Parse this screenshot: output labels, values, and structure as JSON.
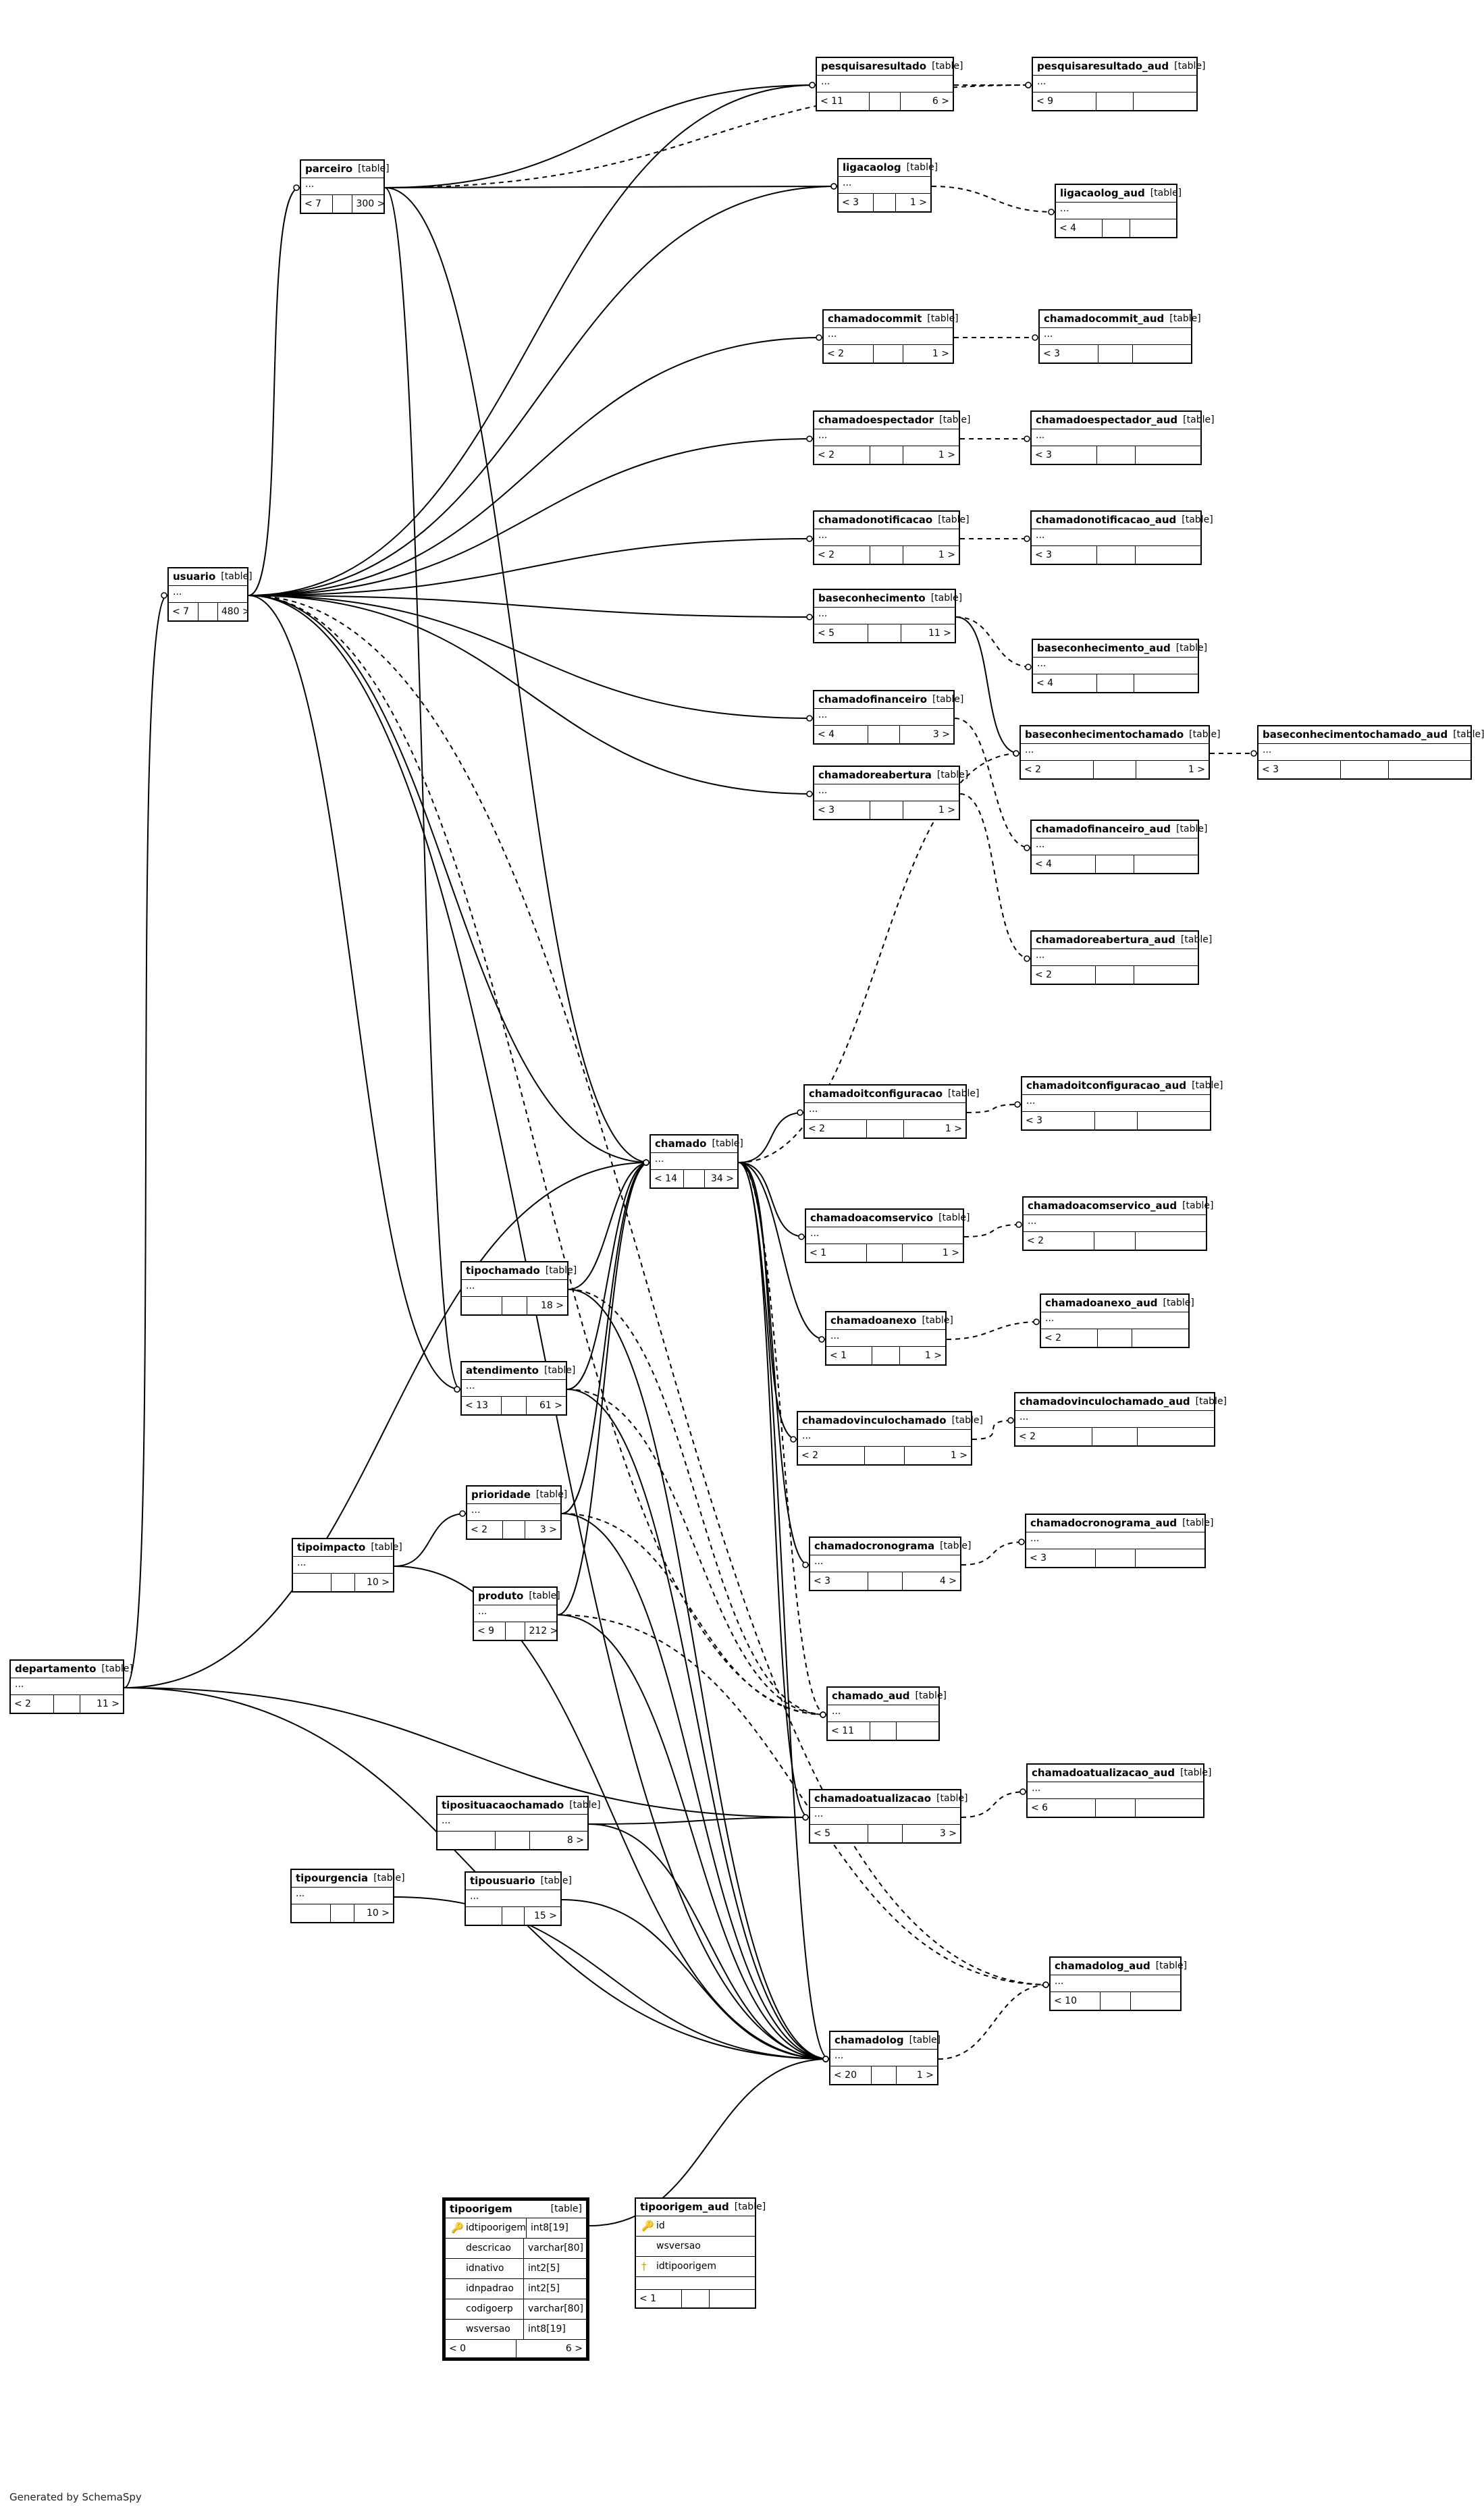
{
  "footer": "Generated by SchemaSpy",
  "tables": [
    {
      "id": "pesquisaresultado",
      "name": "pesquisaresultado",
      "type": "[table]",
      "left": "< 11",
      "right": "6 >"
    },
    {
      "id": "pesquisaresultado_aud",
      "name": "pesquisaresultado_aud",
      "type": "[table]",
      "left": "< 9",
      "right": ""
    },
    {
      "id": "ligacaolog",
      "name": "ligacaolog",
      "type": "[table]",
      "left": "< 3",
      "right": "1 >"
    },
    {
      "id": "ligacaolog_aud",
      "name": "ligacaolog_aud",
      "type": "[table]",
      "left": "< 4",
      "right": ""
    },
    {
      "id": "parceiro",
      "name": "parceiro",
      "type": "[table]",
      "left": "< 7",
      "right": "300 >"
    },
    {
      "id": "chamadocommit",
      "name": "chamadocommit",
      "type": "[table]",
      "left": "< 2",
      "right": "1 >"
    },
    {
      "id": "chamadocommit_aud",
      "name": "chamadocommit_aud",
      "type": "[table]",
      "left": "< 3",
      "right": ""
    },
    {
      "id": "chamadoespectador",
      "name": "chamadoespectador",
      "type": "[table]",
      "left": "< 2",
      "right": "1 >"
    },
    {
      "id": "chamadoespectador_aud",
      "name": "chamadoespectador_aud",
      "type": "[table]",
      "left": "< 3",
      "right": ""
    },
    {
      "id": "chamadonotificacao",
      "name": "chamadonotificacao",
      "type": "[table]",
      "left": "< 2",
      "right": "1 >"
    },
    {
      "id": "chamadonotificacao_aud",
      "name": "chamadonotificacao_aud",
      "type": "[table]",
      "left": "< 3",
      "right": ""
    },
    {
      "id": "usuario",
      "name": "usuario",
      "type": "[table]",
      "left": "< 7",
      "right": "480 >"
    },
    {
      "id": "baseconhecimento",
      "name": "baseconhecimento",
      "type": "[table]",
      "left": "< 5",
      "right": "11 >"
    },
    {
      "id": "baseconhecimento_aud",
      "name": "baseconhecimento_aud",
      "type": "[table]",
      "left": "< 4",
      "right": ""
    },
    {
      "id": "chamadofinanceiro",
      "name": "chamadofinanceiro",
      "type": "[table]",
      "left": "< 4",
      "right": "3 >"
    },
    {
      "id": "baseconhecimentochamado",
      "name": "baseconhecimentochamado",
      "type": "[table]",
      "left": "< 2",
      "right": "1 >"
    },
    {
      "id": "baseconhecimentochamado_aud",
      "name": "baseconhecimentochamado_aud",
      "type": "[table]",
      "left": "< 3",
      "right": ""
    },
    {
      "id": "chamadoreabertura",
      "name": "chamadoreabertura",
      "type": "[table]",
      "left": "< 3",
      "right": "1 >"
    },
    {
      "id": "chamadofinanceiro_aud",
      "name": "chamadofinanceiro_aud",
      "type": "[table]",
      "left": "< 4",
      "right": ""
    },
    {
      "id": "chamadoreabertura_aud",
      "name": "chamadoreabertura_aud",
      "type": "[table]",
      "left": "< 2",
      "right": ""
    },
    {
      "id": "chamadoitconfiguracao",
      "name": "chamadoitconfiguracao",
      "type": "[table]",
      "left": "< 2",
      "right": "1 >"
    },
    {
      "id": "chamadoitconfiguracao_aud",
      "name": "chamadoitconfiguracao_aud",
      "type": "[table]",
      "left": "< 3",
      "right": ""
    },
    {
      "id": "chamado",
      "name": "chamado",
      "type": "[table]",
      "left": "< 14",
      "right": "34 >"
    },
    {
      "id": "chamadoacomservico",
      "name": "chamadoacomservico",
      "type": "[table]",
      "left": "< 1",
      "right": "1 >"
    },
    {
      "id": "chamadoacomservico_aud",
      "name": "chamadoacomservico_aud",
      "type": "[table]",
      "left": "< 2",
      "right": ""
    },
    {
      "id": "tipochamado",
      "name": "tipochamado",
      "type": "[table]",
      "left": "",
      "right": "18 >"
    },
    {
      "id": "chamadoanexo",
      "name": "chamadoanexo",
      "type": "[table]",
      "left": "< 1",
      "right": "1 >"
    },
    {
      "id": "chamadoanexo_aud",
      "name": "chamadoanexo_aud",
      "type": "[table]",
      "left": "< 2",
      "right": ""
    },
    {
      "id": "atendimento",
      "name": "atendimento",
      "type": "[table]",
      "left": "< 13",
      "right": "61 >"
    },
    {
      "id": "chamadovinculochamado",
      "name": "chamadovinculochamado",
      "type": "[table]",
      "left": "< 2",
      "right": "1 >"
    },
    {
      "id": "chamadovinculochamado_aud",
      "name": "chamadovinculochamado_aud",
      "type": "[table]",
      "left": "< 2",
      "right": ""
    },
    {
      "id": "prioridade",
      "name": "prioridade",
      "type": "[table]",
      "left": "< 2",
      "right": "3 >"
    },
    {
      "id": "tipoimpacto",
      "name": "tipoimpacto",
      "type": "[table]",
      "left": "",
      "right": "10 >"
    },
    {
      "id": "chamadocronograma",
      "name": "chamadocronograma",
      "type": "[table]",
      "left": "< 3",
      "right": "4 >"
    },
    {
      "id": "chamadocronograma_aud",
      "name": "chamadocronograma_aud",
      "type": "[table]",
      "left": "< 3",
      "right": ""
    },
    {
      "id": "produto",
      "name": "produto",
      "type": "[table]",
      "left": "< 9",
      "right": "212 >"
    },
    {
      "id": "departamento",
      "name": "departamento",
      "type": "[table]",
      "left": "< 2",
      "right": "11 >"
    },
    {
      "id": "chamado_aud",
      "name": "chamado_aud",
      "type": "[table]",
      "left": "< 11",
      "right": ""
    },
    {
      "id": "chamadoatualizacao_aud",
      "name": "chamadoatualizacao_aud",
      "type": "[table]",
      "left": "< 6",
      "right": ""
    },
    {
      "id": "tiposituacaochamado",
      "name": "tiposituacaochamado",
      "type": "[table]",
      "left": "",
      "right": "8 >"
    },
    {
      "id": "chamadoatualizacao",
      "name": "chamadoatualizacao",
      "type": "[table]",
      "left": "< 5",
      "right": "3 >"
    },
    {
      "id": "tipourgencia",
      "name": "tipourgencia",
      "type": "[table]",
      "left": "",
      "right": "10 >"
    },
    {
      "id": "tipousuario",
      "name": "tipousuario",
      "type": "[table]",
      "left": "",
      "right": "15 >"
    },
    {
      "id": "chamadolog_aud",
      "name": "chamadolog_aud",
      "type": "[table]",
      "left": "< 10",
      "right": ""
    },
    {
      "id": "chamadolog",
      "name": "chamadolog",
      "type": "[table]",
      "left": "< 20",
      "right": "1 >"
    }
  ],
  "tipoorigem": {
    "name": "tipoorigem",
    "type": "[table]",
    "columns": [
      {
        "name": "idtipoorigem",
        "type": "int8[19]",
        "key": true
      },
      {
        "name": "descricao",
        "type": "varchar[80]"
      },
      {
        "name": "idnativo",
        "type": "int2[5]"
      },
      {
        "name": "idnpadrao",
        "type": "int2[5]"
      },
      {
        "name": "codigoerp",
        "type": "varchar[80]"
      },
      {
        "name": "wsversao",
        "type": "int8[19]"
      }
    ],
    "left": "< 0",
    "right": "6 >"
  },
  "tipoorigem_aud": {
    "name": "tipoorigem_aud",
    "type": "[table]",
    "columns": [
      {
        "name": "id",
        "key": true
      },
      {
        "name": "wsversao"
      },
      {
        "name": "idtipoorigem",
        "key": true
      }
    ],
    "left": "< 1",
    "right": ""
  }
}
